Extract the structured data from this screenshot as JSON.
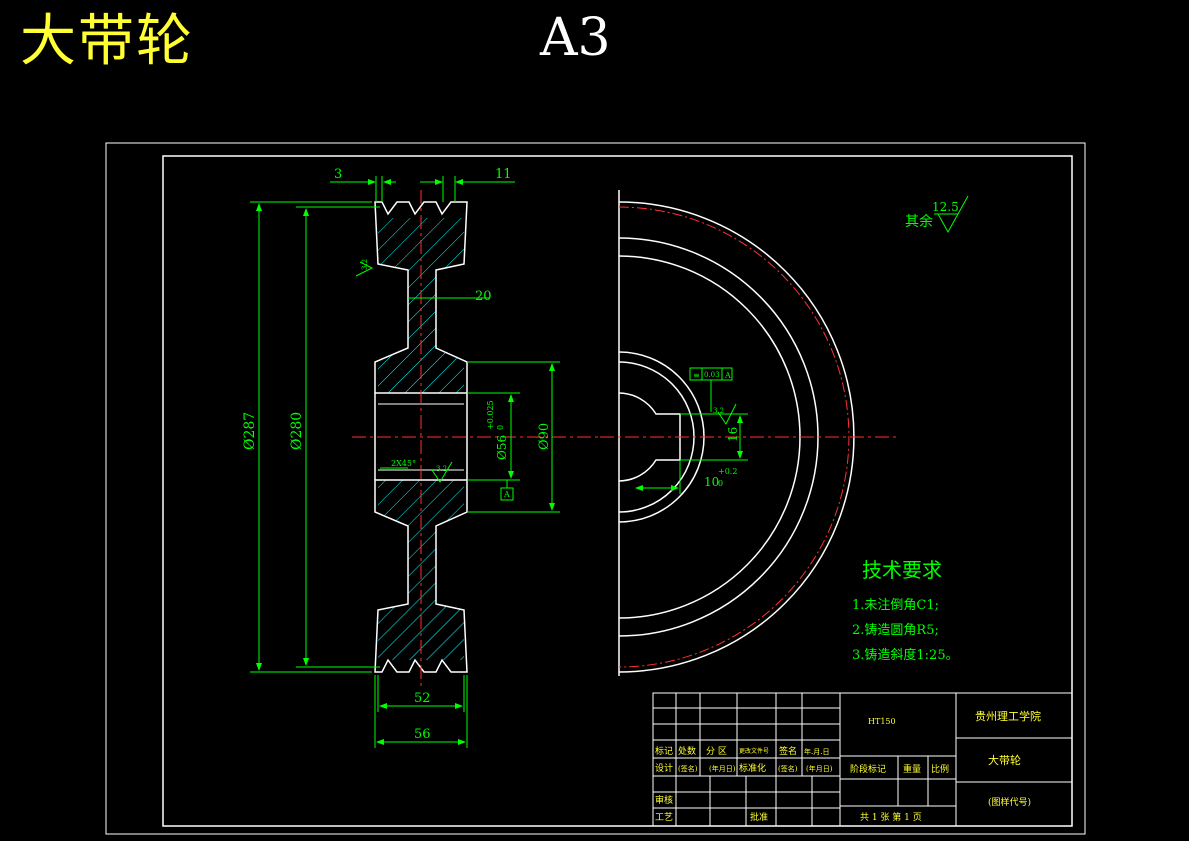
{
  "header": {
    "title": "大带轮",
    "sheet_size": "A3"
  },
  "dimensions": {
    "d_top_left": "3",
    "d_top_right": "11",
    "d_web": "20",
    "d_outer": "Ø287",
    "d_pitch": "Ø280",
    "d_bore": "Ø56",
    "d_bore_tol": "+0.025",
    "d_bore_tol_lo": "0",
    "d_hub": "Ø90",
    "d_width_inner": "52",
    "d_width_outer": "56",
    "d_keyway": "16",
    "d_keyslot": "10",
    "d_keyslot_tol": "+0.2",
    "d_keyslot_tol_lo": "0",
    "chamfer": "2X45°",
    "rough_web": "3.2",
    "rough_bore": "3.2",
    "rough_key": "3.2",
    "datum": "A",
    "tolerance_frame_sym": "≡",
    "tolerance_frame_val": "0.03",
    "tolerance_frame_ref": "A"
  },
  "roughness_note": {
    "label": "其余",
    "value": "12.5"
  },
  "tech_requirements": {
    "title": "技术要求",
    "items": [
      "1.未注倒角C1;",
      "2.铸造圆角R5;",
      "3.铸造斜度1:25。"
    ]
  },
  "title_block": {
    "material": "HT150",
    "school": "贵州理工学院",
    "part_name": "大带轮",
    "drawing_no": "(图样代号)",
    "rev_headers": [
      "标记",
      "处数",
      "分 区",
      "更改文件号",
      "签名",
      "年.月.日"
    ],
    "design_row": [
      "设计",
      "(签名)",
      "(年月日)",
      "标准化",
      "(签名)",
      "(年月日)"
    ],
    "stage_mark": "阶段标记",
    "weight": "重量",
    "scale": "比例",
    "review": "审核",
    "process": "工艺",
    "approve": "批准",
    "sheets": "共 1 张 第 1 页"
  }
}
